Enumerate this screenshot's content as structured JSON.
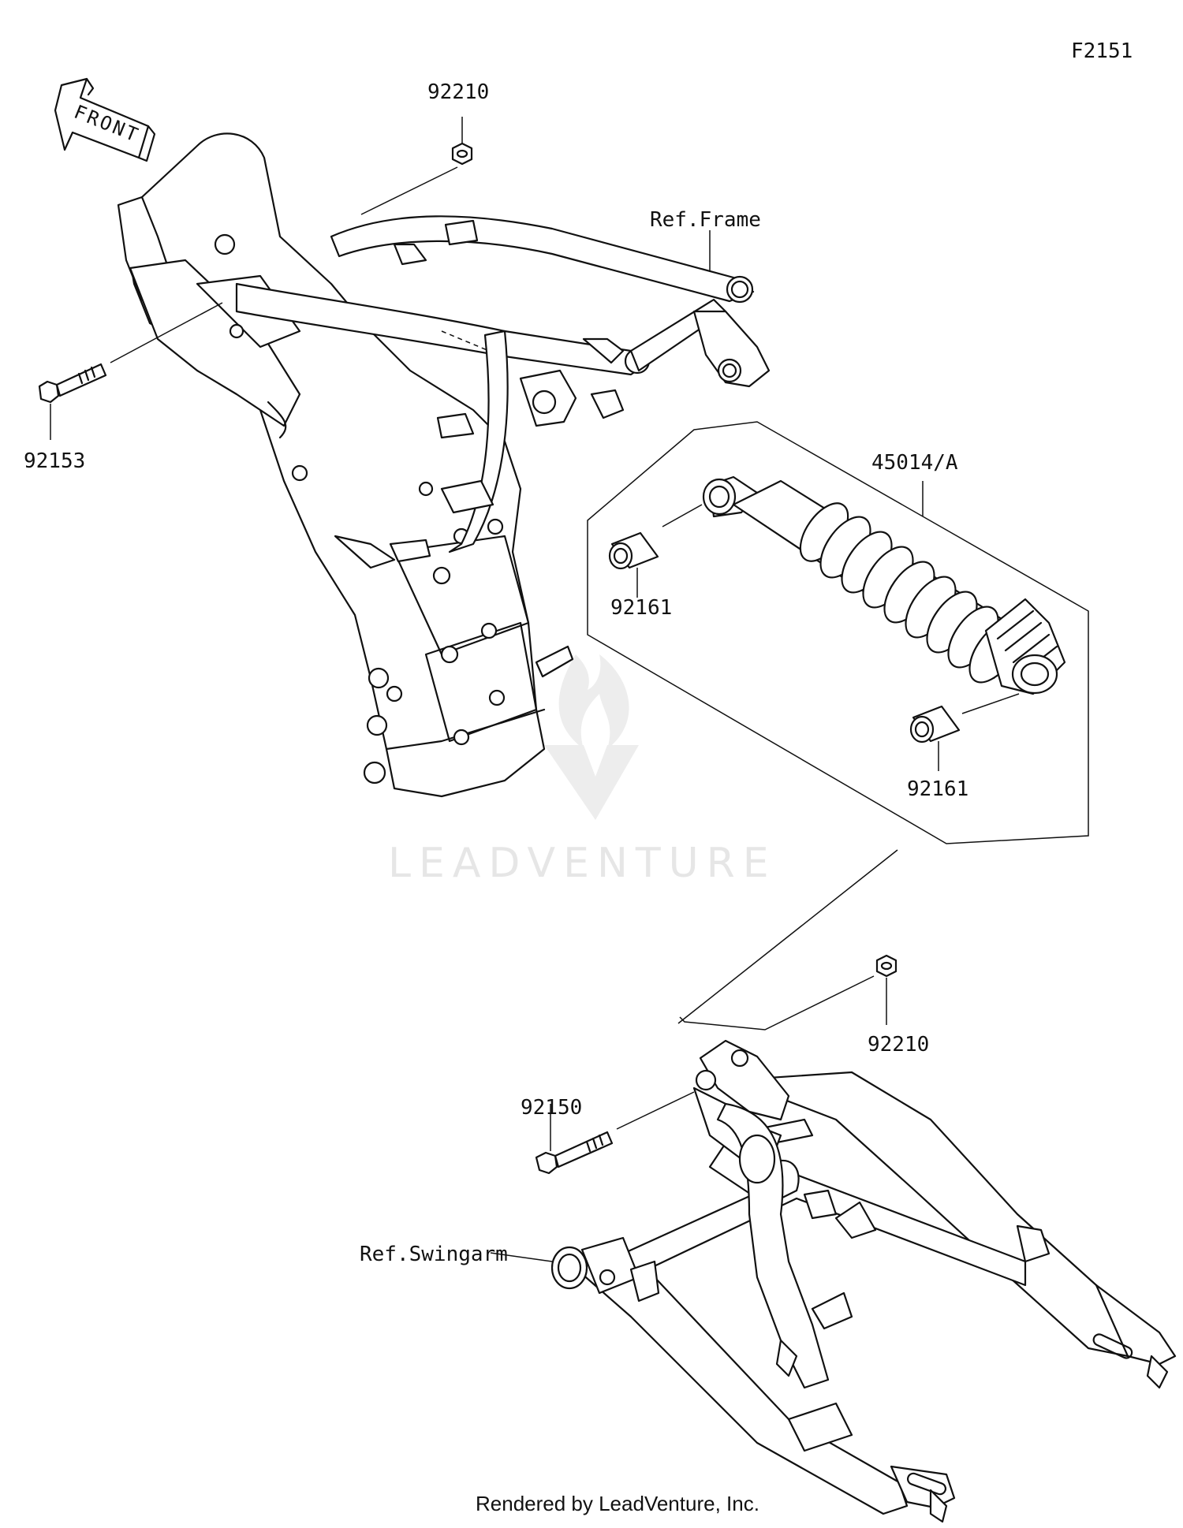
{
  "diagram": {
    "figure_id": "F2151",
    "front_arrow": "FRONT",
    "labels": {
      "nut_top": "92210",
      "bolt_left": "92153",
      "ref_frame": "Ref.Frame",
      "shock": "45014/A",
      "collar_upper": "92161",
      "collar_lower": "92161",
      "nut_lower": "92210",
      "bolt_lower": "92150",
      "ref_swingarm": "Ref.Swingarm"
    },
    "watermark": "LEADVENTURE",
    "footer": "Rendered by LeadVenture, Inc."
  }
}
